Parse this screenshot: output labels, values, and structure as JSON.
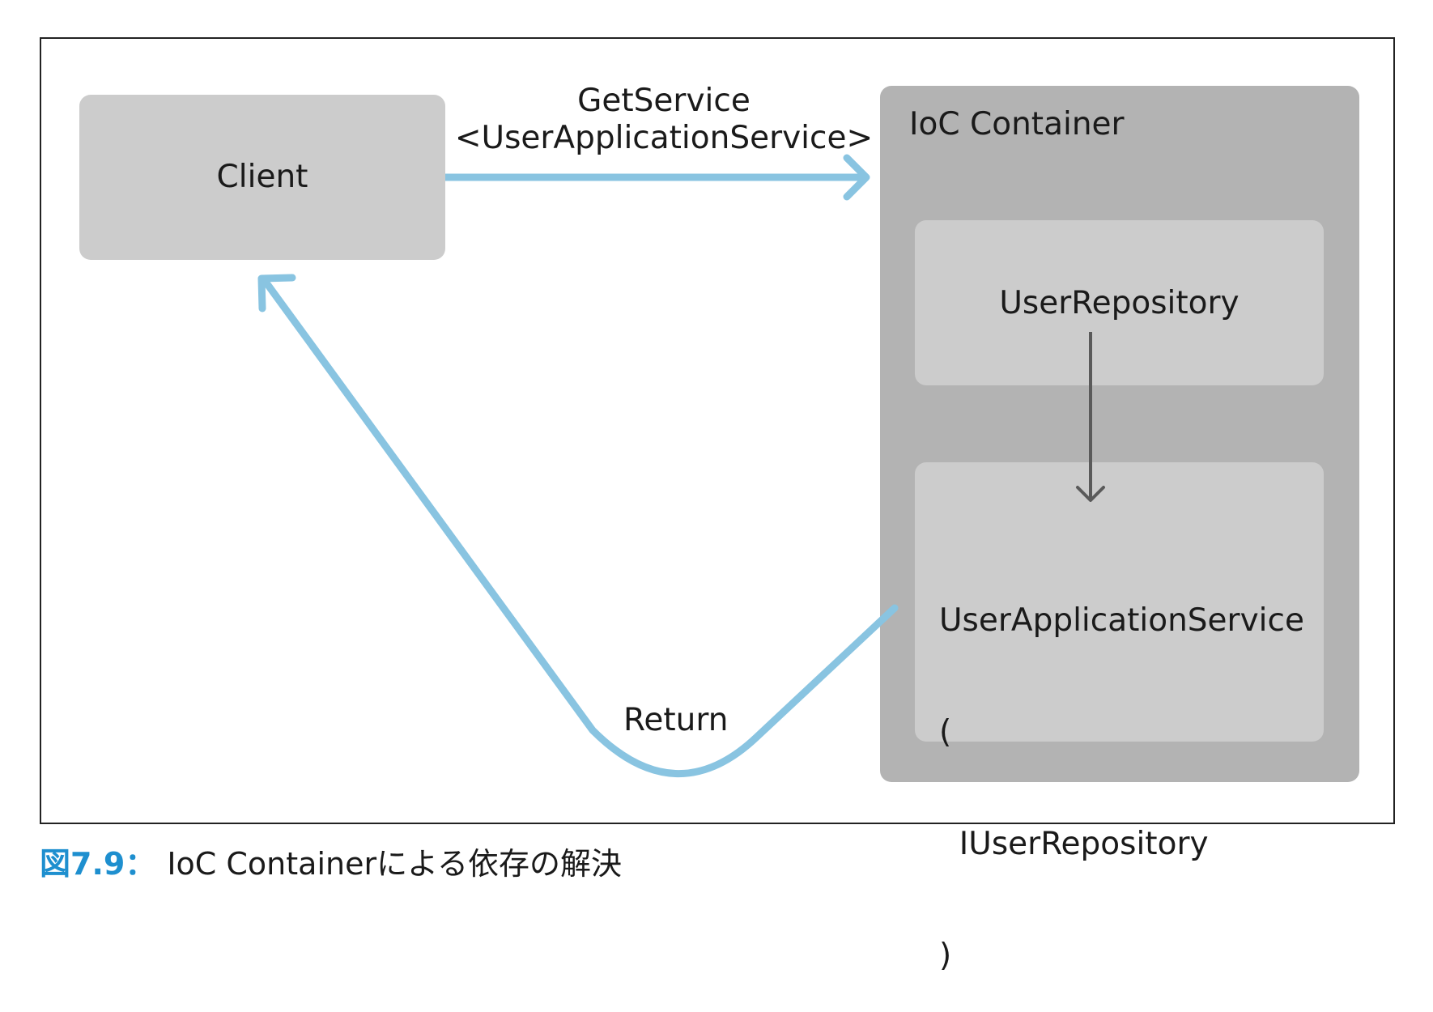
{
  "diagram": {
    "client": {
      "label": "Client"
    },
    "ioc_container": {
      "label": "IoC Container",
      "user_repository": {
        "label": "UserRepository"
      },
      "user_application_service": {
        "lines": [
          "UserApplicationService",
          "(",
          "  IUserRepository",
          ")"
        ]
      }
    },
    "get_service": {
      "line1": "GetService",
      "line2": "<UserApplicationService>"
    },
    "return_label": "Return"
  },
  "caption": {
    "number": "図7.9：",
    "text": "IoC Containerによる依存の解決"
  },
  "colors": {
    "arrow_blue": "#89c4e1",
    "dark_arrow": "#5a5a5a",
    "client_fill": "#cccccc",
    "container_fill": "#b3b3b3",
    "caption_accent": "#1e8fcf"
  }
}
